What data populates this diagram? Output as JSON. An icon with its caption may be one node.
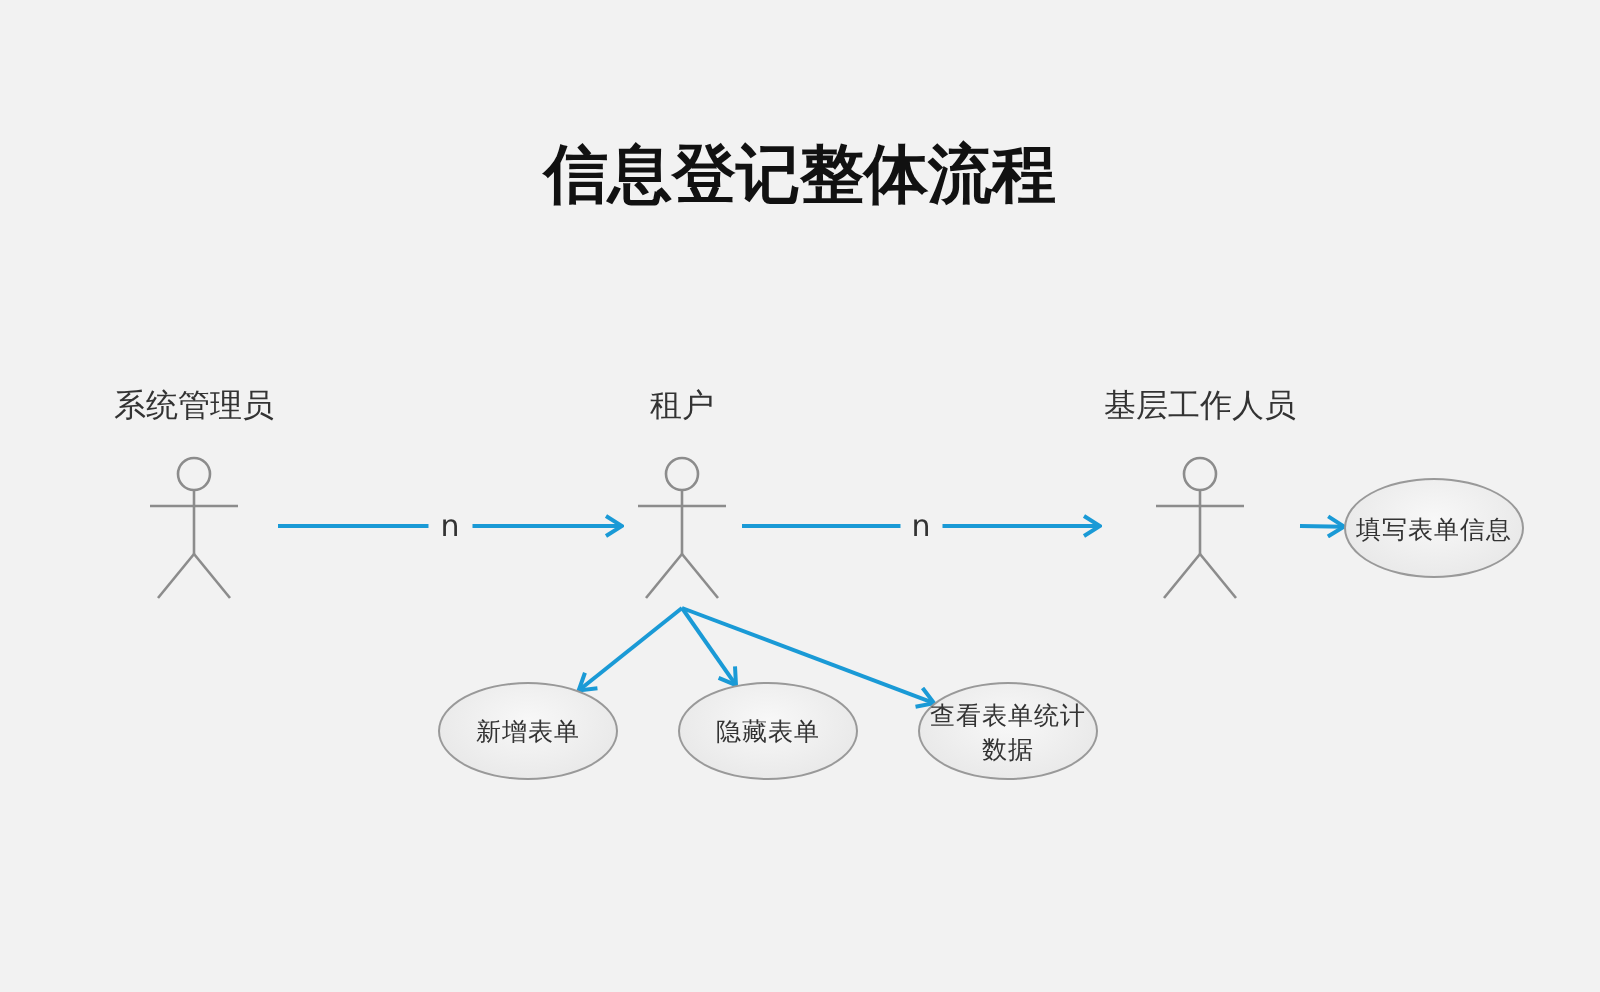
{
  "diagram": {
    "title": "信息登记整体流程",
    "nodes": [
      {
        "text": [
          "系统管理员"
        ]
      },
      {
        "text": [
          "租户"
        ]
      },
      {
        "text": [
          "基层工作人员"
        ]
      },
      {
        "text": [
          "填写表单信息"
        ]
      },
      {
        "text": [
          "新增表单"
        ]
      },
      {
        "text": [
          "隐藏表单"
        ]
      },
      {
        "text": [
          "查看表单统计数据"
        ]
      }
    ],
    "edges": [
      {
        "from": 0,
        "to": 1,
        "arrow": "to",
        "label": "n"
      },
      {
        "from": 1,
        "to": 2,
        "arrow": "to",
        "label": "n"
      },
      {
        "from": 2,
        "to": 3,
        "arrow": "to"
      },
      {
        "from": 1,
        "to": 4,
        "arrow": "to"
      },
      {
        "from": 1,
        "to": 5,
        "arrow": "to"
      },
      {
        "from": 1,
        "to": 6,
        "arrow": "to"
      }
    ]
  }
}
